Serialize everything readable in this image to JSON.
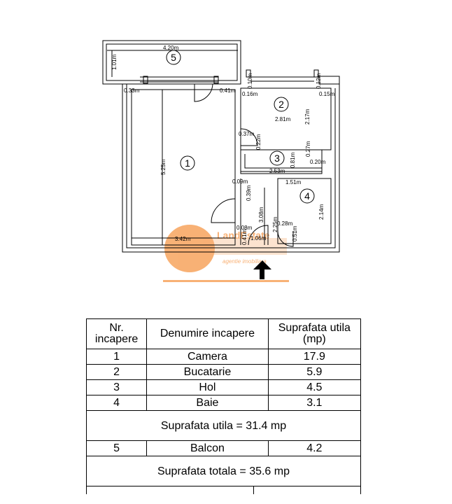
{
  "plan": {
    "rooms": [
      {
        "id": "1"
      },
      {
        "id": "2"
      },
      {
        "id": "3"
      },
      {
        "id": "4"
      },
      {
        "id": "5"
      }
    ],
    "dimensions": {
      "balcony_width": "4.20m",
      "balcony_depth": "1.01m",
      "wall_left_top": "0.33m",
      "door_top": "0.41m",
      "room1_height": "5.25m",
      "room1_width": "3.42m",
      "k_top_a": "0.10m",
      "k_left": "0.16m",
      "k_top_b": "0.12m",
      "k_right": "0.15m",
      "room2_width": "2.81m",
      "room2_height": "2.17m",
      "hall_a": "0.37m",
      "hall_b": "0.22m",
      "hall_c": "0.27m",
      "hall_d": "0.81m",
      "hall_e": "0.20m",
      "hall_width": "2.53m",
      "hall_f": "0.09m",
      "hall_g": "0.39m",
      "hall_len": "3.08m",
      "bath_width": "1.51m",
      "bath_height": "2.14m",
      "bath_a": "2.25m",
      "bath_b": "0.28m",
      "bath_c": "0.51m",
      "entry_a": "0.08m",
      "entry_b": "0.41m",
      "entry_w": "1.06m"
    },
    "watermark": {
      "brand": "LandEstate",
      "tagline": "agentie imobiliara"
    }
  },
  "table": {
    "headers": {
      "col1": "Nr. incapere",
      "col2": "Denumire incapere",
      "col3": "Suprafata utila (mp)"
    },
    "rows": [
      {
        "nr": "1",
        "name": "Camera",
        "area": "17.9"
      },
      {
        "nr": "2",
        "name": "Bucatarie",
        "area": "5.9"
      },
      {
        "nr": "3",
        "name": "Hol",
        "area": "4.5"
      },
      {
        "nr": "4",
        "name": "Baie",
        "area": "3.1"
      }
    ],
    "subtotal": "Suprafata utila = 31.4 mp",
    "balcony": {
      "nr": "5",
      "name": "Balcon",
      "area": "4.2"
    },
    "total": "Suprafata totala = 35.6 mp"
  },
  "colors": {
    "watermark": "#f7a45e",
    "lines": "#000000"
  }
}
